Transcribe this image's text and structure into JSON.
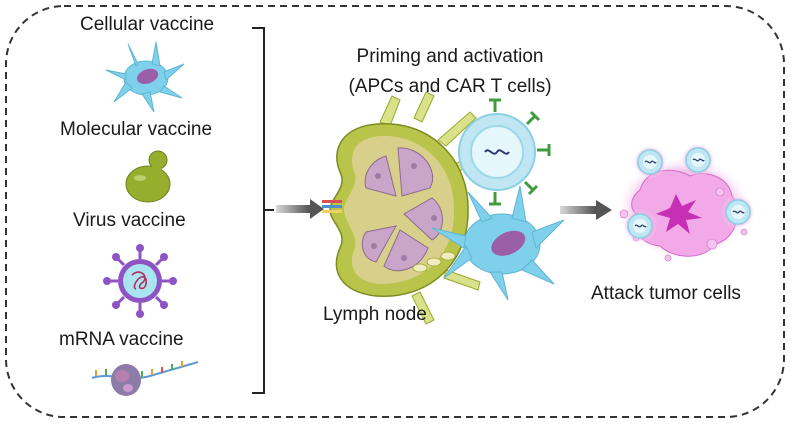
{
  "vaccines": {
    "cellular": "Cellular vaccine",
    "molecular": "Molecular vaccine",
    "virus": "Virus vaccine",
    "mrna": "mRNA vaccine"
  },
  "priming": {
    "line1": "Priming and activation",
    "line2": "(APCs and CAR T cells)"
  },
  "lymph_node": "Lymph node",
  "attack": "Attack tumor cells",
  "colors": {
    "dendritic_cell": "#7fd0ea",
    "nucleus": "#9b5fa8",
    "lymph_outer": "#b8c44a",
    "lymph_inner": "#c9a6c9",
    "tcell_ring": "#bfe6f2",
    "tumor": "#e07ad0",
    "arrow": "#6b6b6b",
    "virus": "#8f54c4",
    "molecule": "#8ea22a"
  }
}
